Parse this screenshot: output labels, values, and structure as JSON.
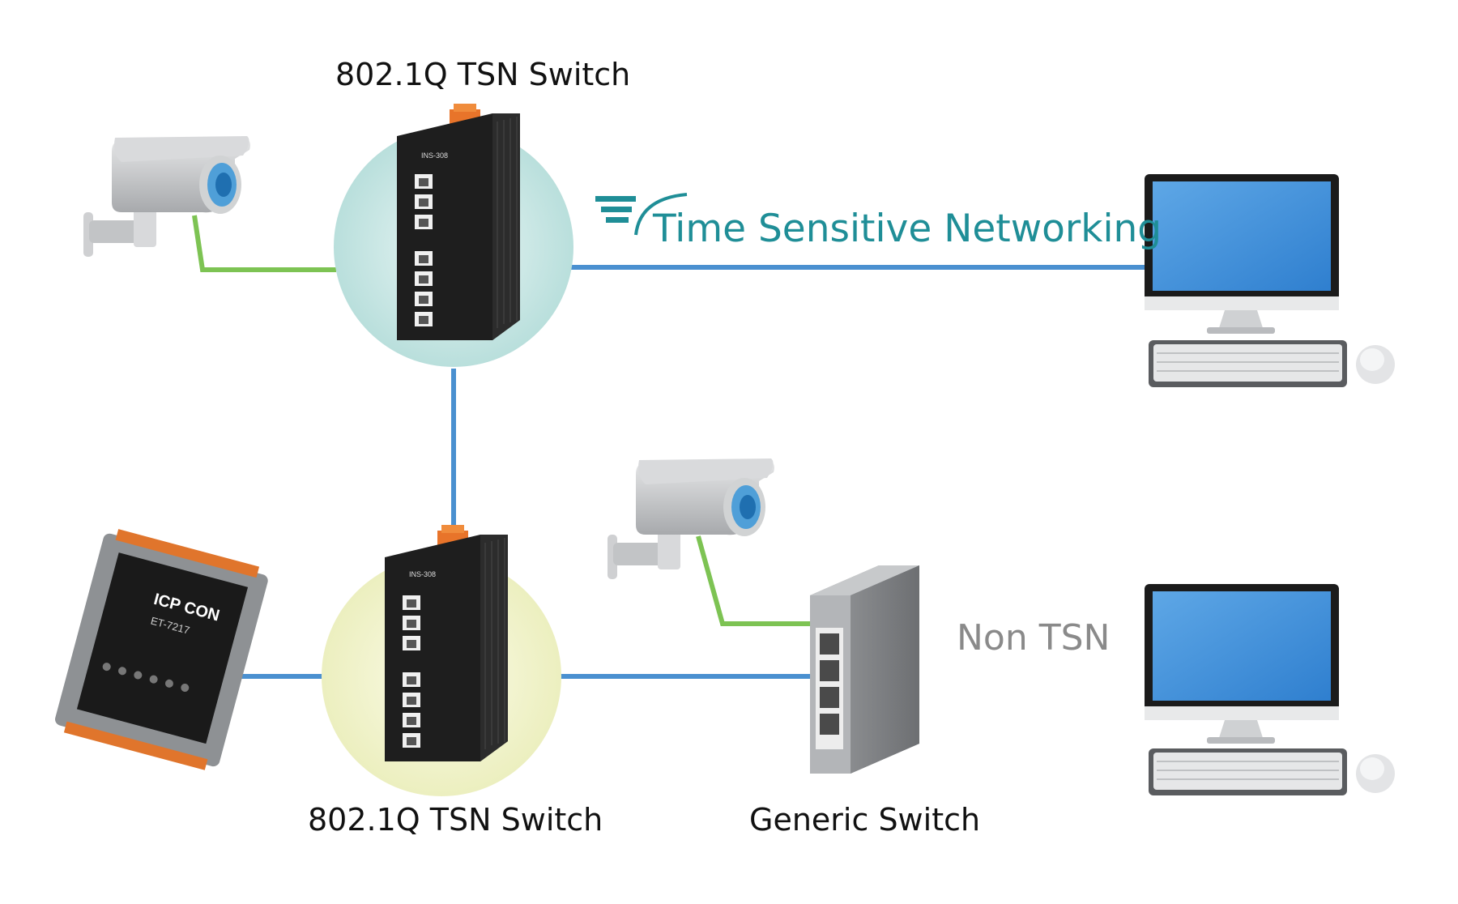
{
  "labels": {
    "tsn_switch_top": "802.1Q TSN Switch",
    "tsn_switch_bottom": "802.1Q TSN Switch",
    "generic_switch": "Generic Switch",
    "time_sensitive": "Time Sensitive Networking",
    "non_tsn": "Non TSN"
  },
  "device_text": {
    "switch_model": "INS-308",
    "switch_model_bottom": "INS-308",
    "io_brand": "ICP CON",
    "io_model": "ET-7217"
  },
  "icons": [
    "camera-icon",
    "tsn-logo-icon",
    "desktop-computer-icon",
    "keyboard-icon",
    "mouse-icon",
    "tsn-switch-icon",
    "generic-switch-icon",
    "io-module-icon"
  ],
  "colors": {
    "link_green": "#7dc353",
    "link_blue": "#4a90d0",
    "link_orange": "#e8742a",
    "tsn_text": "#1f8e97",
    "halo_top": "#c4e5e2",
    "halo_bottom": "#f2f3c8"
  }
}
